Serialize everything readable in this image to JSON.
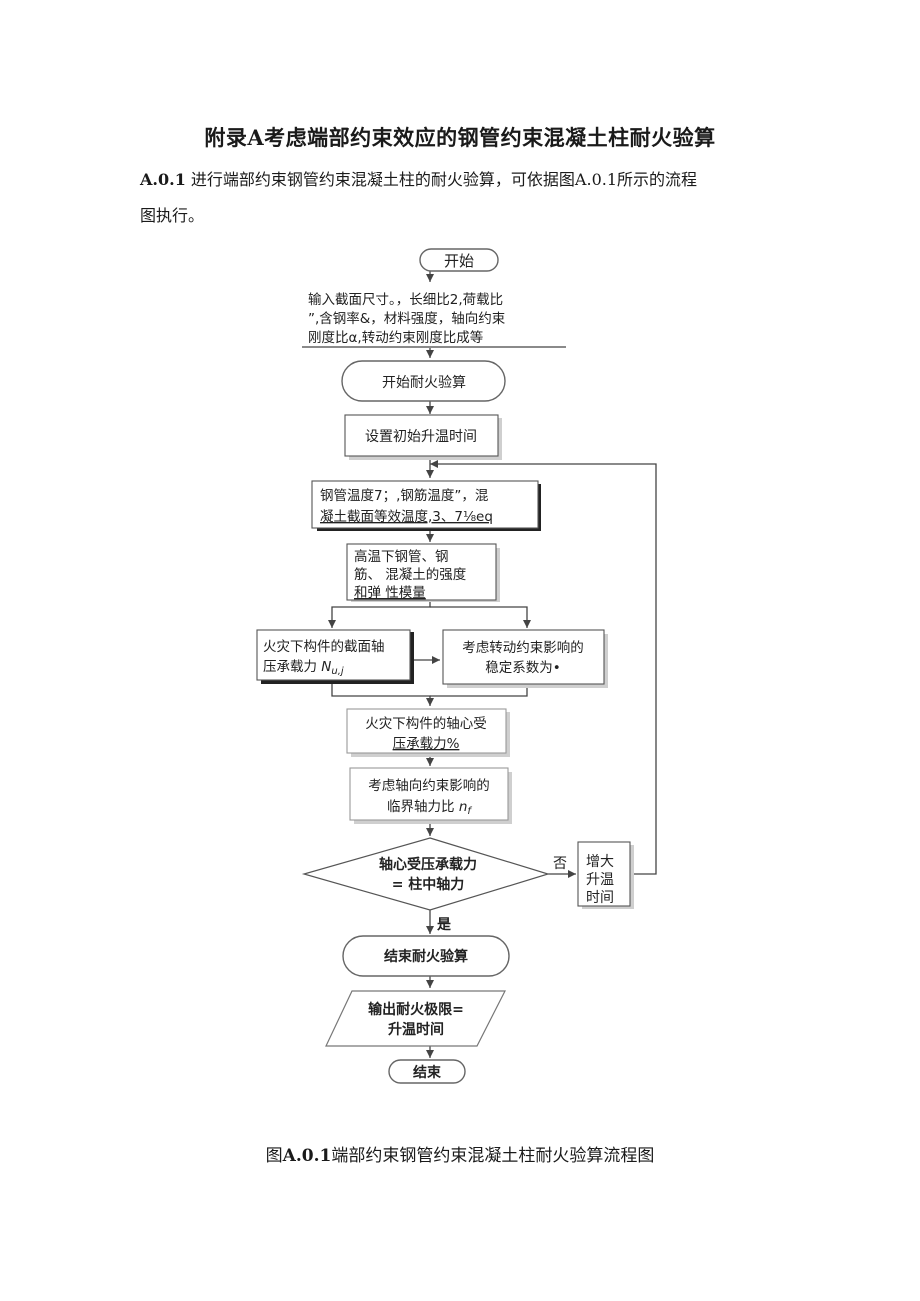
{
  "heading": {
    "title": "附录A考虑端部约束效应的钢管约束混凝土柱耐火验算"
  },
  "intro": {
    "lead": "A.0.1",
    "text": "进行端部约束钢管约束混凝土柱的耐火验算，可依据图A.0.1所示的流程",
    "text_cont": "图执行。"
  },
  "flowchart": {
    "start": "开始",
    "input": [
      "输入截面尺寸。，长细比2,荷载比",
      "”,含钢率&，材料强度，轴向约束",
      "刚度比α,转动约束刚度比成等"
    ],
    "begin_check": "开始耐火验算",
    "set_time": "设置初始升温时间",
    "temps": [
      "钢管温度7；,钢筋温度”，混",
      "凝土截面等效温度,3、7⅛eq"
    ],
    "material": [
      "高温下钢管、钢",
      "筋、 混凝土的强度",
      "和弹  性模量"
    ],
    "section_capacity": {
      "line1": "火灾下构件的截面轴",
      "line2": "压承载力",
      "symbol": "N",
      "sub": "u,j"
    },
    "stability": [
      "考虑转动约束影响的",
      "稳定系数为•"
    ],
    "axial_capacity": [
      "火灾下构件的轴心受",
      "压承载力%"
    ],
    "critical_ratio": {
      "line1": "考虑轴向约束影响的",
      "line2": "临界轴力比",
      "symbol": "n",
      "sub": "f"
    },
    "decision": [
      "轴心受压承载力",
      "= 柱中轴力"
    ],
    "no_label": "否",
    "yes_label": "是",
    "increase_time": [
      "增大",
      "升温",
      "时间"
    ],
    "end_check": "结束耐火验算",
    "output": [
      "输出耐火极限=",
      "升温时间"
    ],
    "end": "结束"
  },
  "caption": {
    "prefix": "图",
    "lead": "A.0.1",
    "text": "端部约束钢管约束混凝土柱耐火验算流程图"
  }
}
